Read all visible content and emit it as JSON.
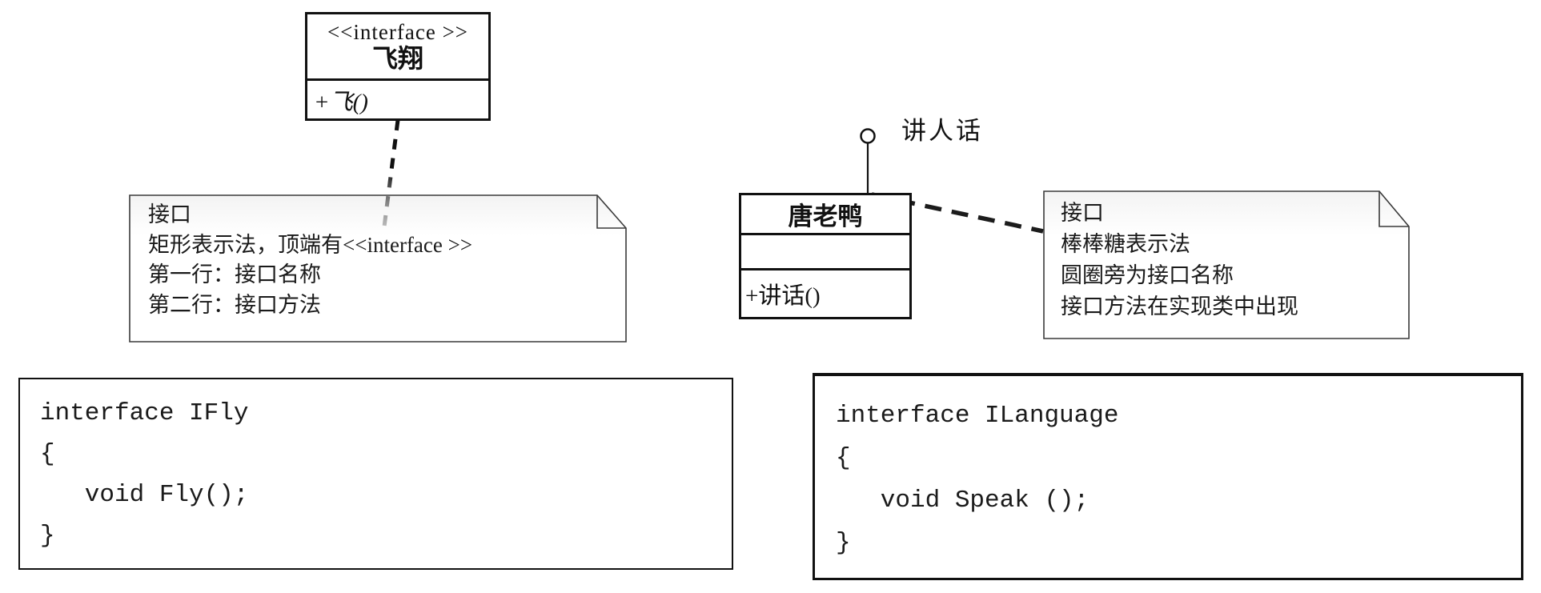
{
  "diagram": {
    "interface_box": {
      "stereotype": "<<interface >>",
      "name": "飞翔",
      "method": "+飞()"
    },
    "class_box": {
      "name": "唐老鸭",
      "method": "+讲话()"
    },
    "lollipop_label": "讲人话",
    "left_note": {
      "lines": [
        "接口",
        "矩形表示法，顶端有<<interface >>",
        "第一行：接口名称",
        "第二行：接口方法"
      ]
    },
    "right_note": {
      "lines": [
        "接口",
        "棒棒糖表示法",
        "圆圈旁为接口名称",
        "接口方法在实现类中出现"
      ]
    },
    "left_code": {
      "lines": [
        "interface IFly",
        "{",
        "   void Fly();",
        "}"
      ]
    },
    "right_code": {
      "lines": [
        "interface ILanguage",
        "{",
        "   void Speak ();",
        "}"
      ]
    }
  },
  "colors": {
    "ink": "#111111",
    "background": "#ffffff",
    "note_tint": "#f3f3f3"
  }
}
